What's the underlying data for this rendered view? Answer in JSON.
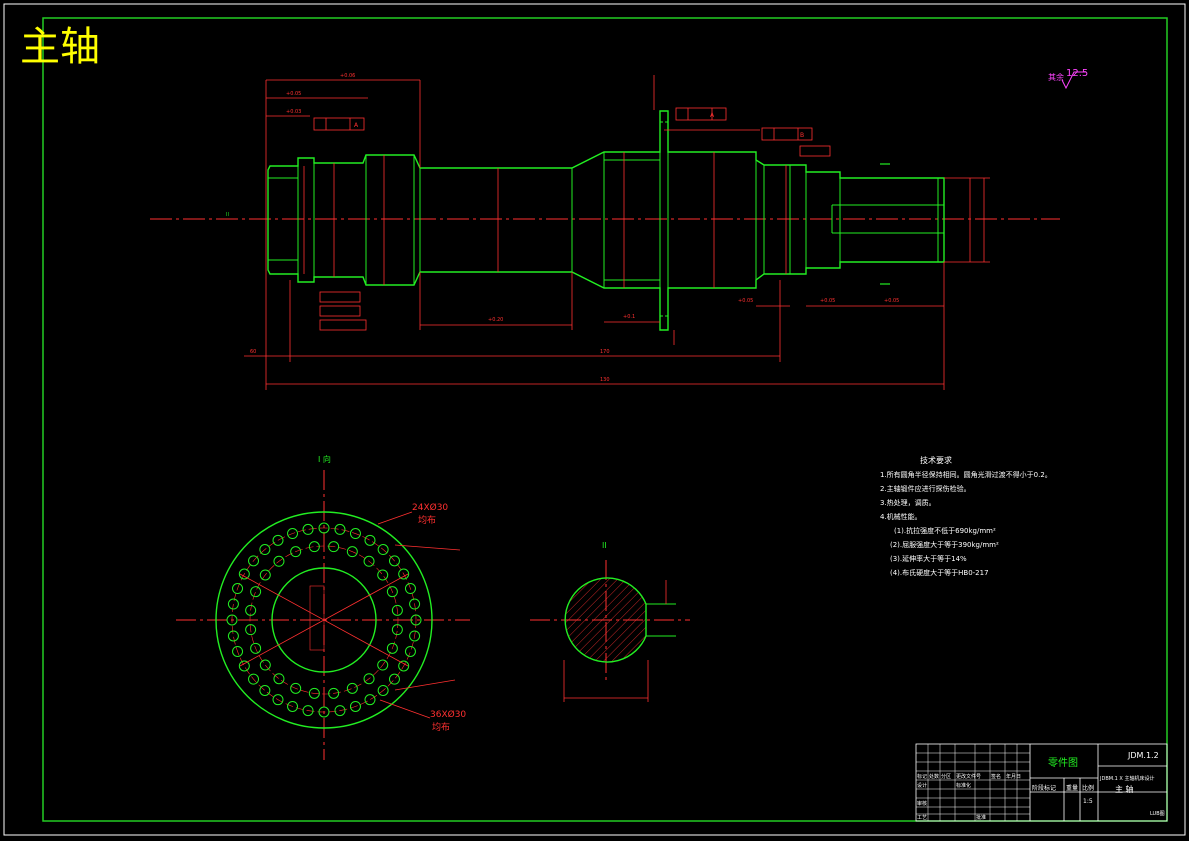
{
  "drawing": {
    "big_title": "主轴",
    "roughness": "12.5"
  },
  "views": {
    "view_i_label": "I 向",
    "section_label": "II"
  },
  "dims": {
    "main_dims": [
      "60",
      "170",
      "130"
    ],
    "holes_outer": "24XØ30",
    "holes_inner": "36XØ30",
    "holes_note": "均布",
    "datum_a": "A",
    "datum_b": "B"
  },
  "tech_req": {
    "heading": "技术要求",
    "items": [
      "1.所有圆角半径保持相同。圆角光滑过渡不得小于0.2。",
      "2.主轴锻件应进行探伤检验。",
      "3.热处理，调质。",
      "4.机械性能。"
    ],
    "sub_items": [
      "(1).抗拉强度不低于690kg/mm²",
      "(2).屈服强度大于等于390kg/mm²",
      "(3).延伸率大于等于14%",
      "(4).布氏硬度大于等于HB0-217"
    ]
  },
  "title_block": {
    "part_type": "零件图",
    "drawing_no": "JDM.1.2",
    "project": "JDBM.1 X 主轴机床设计",
    "part_name": "主 轴",
    "scale": "1:5",
    "scale_label": "比例",
    "stage_label": "阶段标记",
    "weight_label": "重量",
    "row_labels": [
      "标记",
      "处数",
      "分区",
      "更改文件号",
      "签名",
      "年月日"
    ],
    "left_labels": [
      "设计",
      "审核",
      "工艺",
      "标准化",
      "批准"
    ],
    "sheet": "LUB图"
  }
}
